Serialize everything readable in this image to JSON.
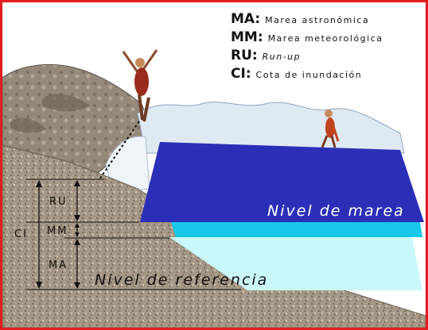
{
  "legend": [
    {
      "abbr": "MA",
      "sep": ": ",
      "text": "Marea astronómica"
    },
    {
      "abbr": "MM",
      "sep": ": ",
      "text": "Marea meteorológica"
    },
    {
      "abbr": "RU",
      "sep": ": ",
      "text": "Run-up"
    },
    {
      "abbr": "CI",
      "sep": ": ",
      "text": "Cota de inundación"
    }
  ],
  "levels": {
    "tide": "Nivel de marea",
    "reference": "Nivel de referencia"
  },
  "dimensions": {
    "ru": "RU",
    "mm": "MM",
    "ma": "MA",
    "ci": "CI"
  },
  "colors": {
    "frame": "#e21d1d",
    "tide_plane": "#2b2fb8",
    "mm_band": "#17c7ea",
    "ma_band": "#c9f8fa",
    "beach": "#a49684",
    "rock": "#8a7f6f"
  },
  "icons": [
    "person-on-rocks-icon",
    "person-on-waves-icon"
  ]
}
